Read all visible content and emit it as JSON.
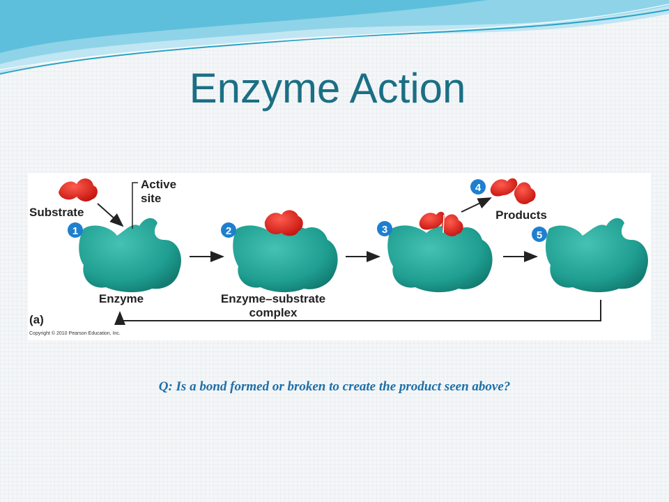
{
  "slide": {
    "title": "Enzyme Action",
    "question": "Q: Is a bond formed or broken to create the product seen above?"
  },
  "diagram": {
    "labels": {
      "substrate": "Substrate",
      "active_site_1": "Active",
      "active_site_2": "site",
      "enzyme": "Enzyme",
      "complex_1": "Enzyme–substrate",
      "complex_2": "complex",
      "products": "Products",
      "panel": "(a)",
      "copyright": "Copyright © 2010 Pearson Education, Inc."
    },
    "steps": [
      "1",
      "2",
      "3",
      "4",
      "5"
    ]
  },
  "colors": {
    "title": "#1b6f84",
    "question": "#1d6fa8",
    "enzyme": "#1f9e91",
    "substrate": "#e0231c",
    "step_badge": "#1e7fcf"
  }
}
